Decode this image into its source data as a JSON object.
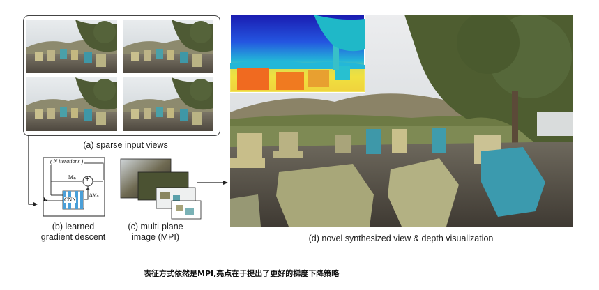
{
  "panel_a": {
    "caption": "(a) sparse input views",
    "thumb_count": 4
  },
  "panel_b": {
    "caption_line1": "(b) learned",
    "caption_line2": "gradient descent",
    "iterations_label": "( N iterations )",
    "mn_label": "Mₙ",
    "cnn_label": "CNN",
    "delta_label": "ΔMₙ",
    "ik_label": "Iₖ",
    "plus_symbol": "+"
  },
  "panel_c": {
    "caption_line1": "(c) multi-plane",
    "caption_line2": "image (MPI)"
  },
  "panel_d": {
    "caption": "(d) novel synthesized view & depth visualization"
  },
  "footer_note": "表征方式依然是MPI,亮点在于提出了更好的梯度下降策略",
  "colors": {
    "accent_blue": "#3a9bd0",
    "frame": "#333333",
    "cnn_blue": "#4a9fd8"
  }
}
